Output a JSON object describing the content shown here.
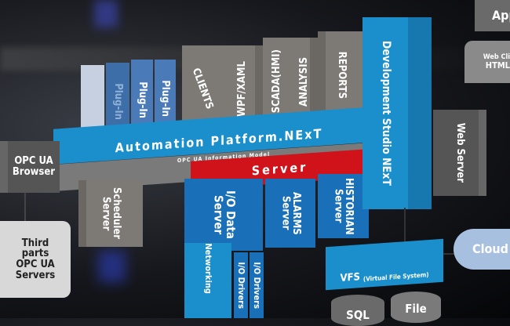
{
  "plugins": [
    "Plug-In",
    "Plug-In",
    "Plug-In"
  ],
  "top_modules": {
    "clients": "CLIENTS",
    "wpf": "WPF/XAML",
    "scada": "SCADA(HMI)",
    "analysis": "ANALYSIS",
    "reports": "REPORTS"
  },
  "platform": "Automation Platform.NExT",
  "info_model": "OPC UA Information Model",
  "server": "Server",
  "servers": {
    "io_data": "I/O Data Server",
    "alarms": "ALARMS Server",
    "historian": "HISTORIAN Server",
    "scheduler": "Scheduler Server"
  },
  "drivers": {
    "networking": "Networking",
    "io_drivers_1": "I/O Drivers",
    "io_drivers_2": "I/O Drivers"
  },
  "dev_studio": "Development Studio NExT",
  "web_server": "Web Server",
  "app": "App",
  "web_client": "Web Cli",
  "html": "HTML",
  "opc_browser": "OPC UA Browser",
  "third_parts": "Third parts OPC UA Servers",
  "vfs": "VFS",
  "vfs_sub": "(Virtual File System)",
  "cloud": "Cloud",
  "sql": "SQL",
  "file": "File",
  "colors": {
    "blue": "#1a8fcc",
    "dark_blue": "#1a70b8",
    "red": "#d0121a",
    "gray": "#7d7a76"
  }
}
